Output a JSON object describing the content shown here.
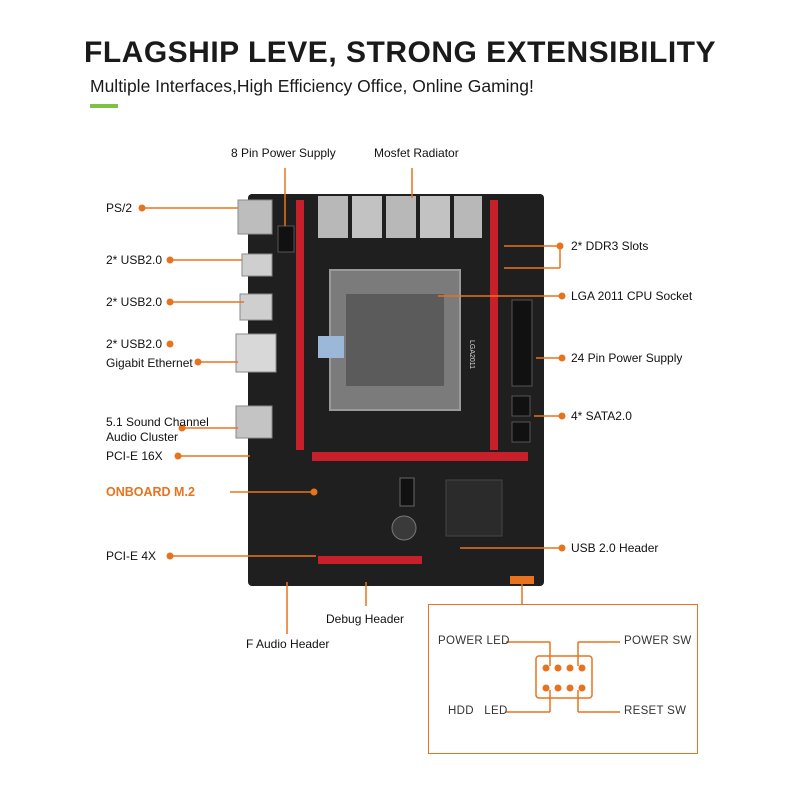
{
  "header": {
    "title": "FLAGSHIP LEVE, STRONG EXTENSIBILITY",
    "subtitle": "Multiple Interfaces,High Efficiency Office, Online Gaming!",
    "accent_color": "#7fc241"
  },
  "colors": {
    "callout": "#e8731e",
    "board": "#1f1f1f",
    "slot_red": "#c8202a"
  },
  "labels": {
    "top_power": "8 Pin Power Supply",
    "top_mosfet": "Mosfet Radiator",
    "ps2": "PS/2",
    "usb_a": "2* USB2.0",
    "usb_b": "2* USB2.0",
    "usb_c": "2* USB2.0",
    "ethernet": "Gigabit Ethernet",
    "audio_1": "5.1 Sound Channel",
    "audio_2": "Audio Cluster",
    "pcie16": "PCI-E 16X",
    "m2": "ONBOARD M.2",
    "pcie4": "PCI-E 4X",
    "f_audio": "F Audio Header",
    "debug": "Debug Header",
    "ddr3": "2* DDR3 Slots",
    "cpu": "LGA 2011 CPU Socket",
    "pin24": "24 Pin Power Supply",
    "sata": "4* SATA2.0",
    "usb_header": "USB 2.0 Header"
  },
  "board_text": {
    "socket_model": "LGA2011"
  },
  "pinout": {
    "power_led": "POWER LED",
    "power_sw": "POWER SW",
    "hdd_led": "HDD   LED",
    "reset_sw": "RESET SW"
  }
}
